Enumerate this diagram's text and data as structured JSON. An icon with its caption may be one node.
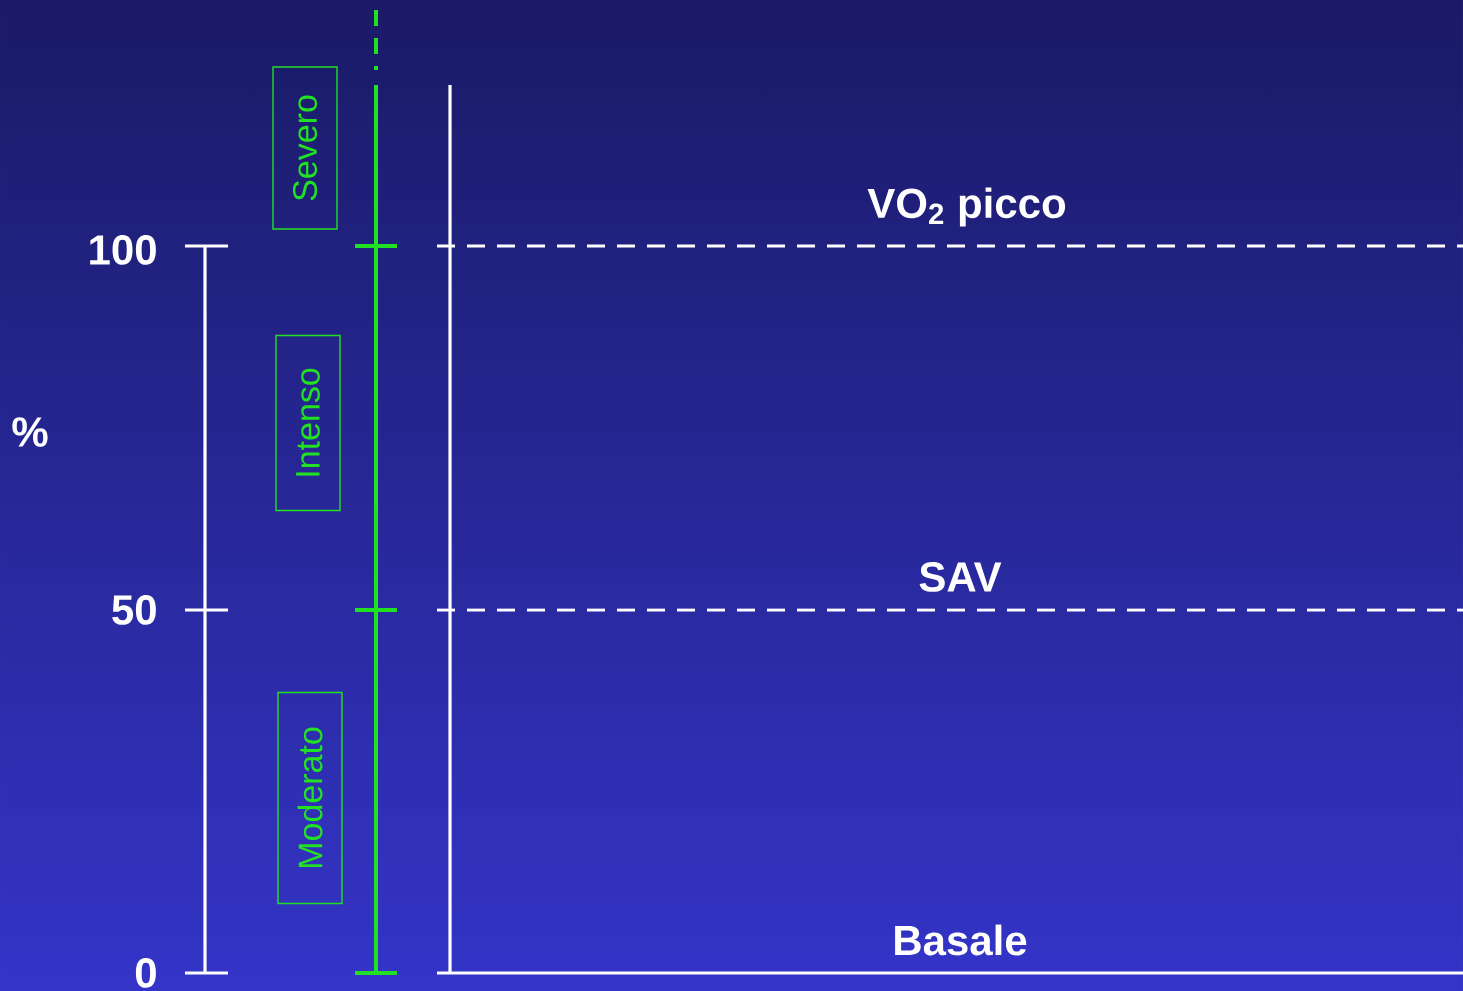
{
  "diagram": {
    "nodes": [
      {
        "text": [
          "Severo"
        ]
      },
      {
        "text": [
          "Intenso"
        ]
      },
      {
        "text": [
          "Moderato"
        ]
      }
    ],
    "labels": [
      "100",
      "50",
      "0",
      "%",
      "VO$_{2}$ picco",
      "SAV",
      "Basale"
    ]
  }
}
